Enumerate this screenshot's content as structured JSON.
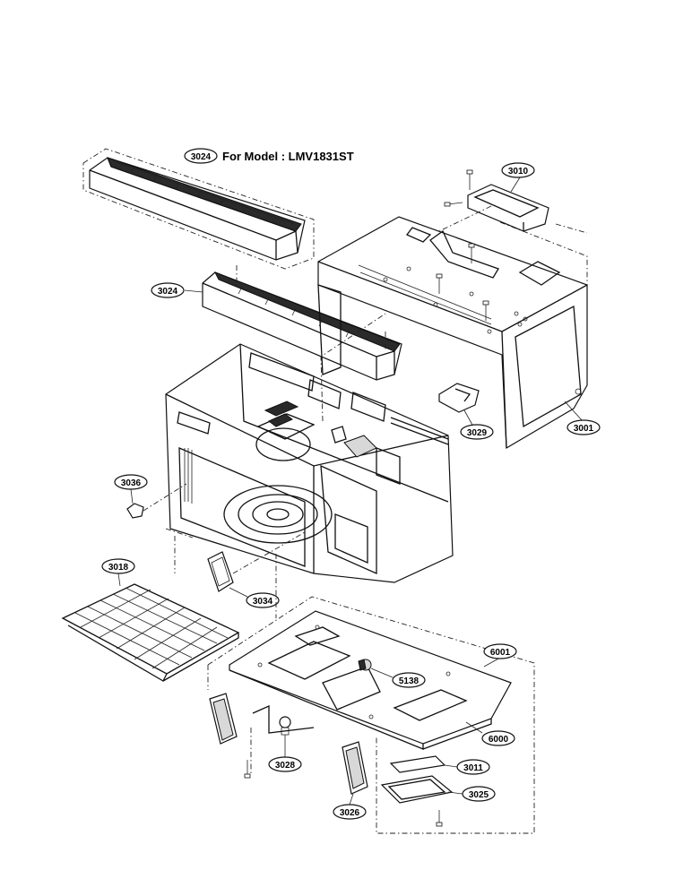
{
  "model_label": "For Model : LMV1831ST",
  "callouts": {
    "c3024a": "3024",
    "c3024b": "3024",
    "c3010": "3010",
    "c3001": "3001",
    "c3029": "3029",
    "c3036": "3036",
    "c3018": "3018",
    "c3034": "3034",
    "c6001": "6001",
    "c5138": "5138",
    "c6000": "6000",
    "c3028": "3028",
    "c3011": "3011",
    "c3025": "3025",
    "c3026": "3026"
  }
}
